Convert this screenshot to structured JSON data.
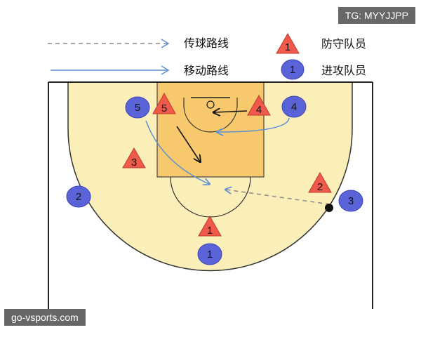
{
  "legend": {
    "pass_route": "传球路线",
    "move_route": "移动路线",
    "defender": "防守队员",
    "attacker": "进攻队员",
    "defender_sample": "1",
    "attacker_sample": "1"
  },
  "colors": {
    "lane": "#f7c96c",
    "key": "#fbefb9",
    "defender_fill": "#f05a4a",
    "attacker_fill": "#5a63d8",
    "move_line": "#5c8fd6",
    "pass_line": "#8a8a8a"
  },
  "players": {
    "attackers": [
      "5",
      "4",
      "2",
      "3",
      "1"
    ],
    "defenders": [
      "5",
      "4",
      "3",
      "2",
      "1"
    ]
  },
  "watermarks": {
    "top": "TG: MYYJJPP",
    "bottom": "go-vsports.com"
  }
}
